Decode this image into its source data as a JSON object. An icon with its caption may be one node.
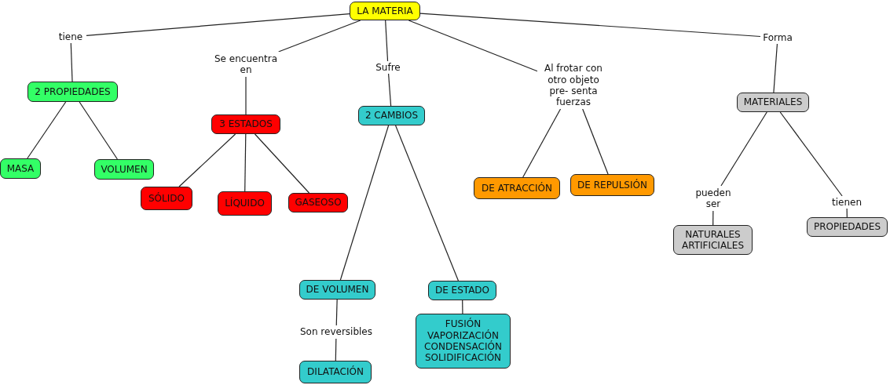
{
  "diagram": {
    "nodes": [
      {
        "text": [
          "LA MATERIA"
        ]
      },
      {
        "text": [
          "tiene"
        ]
      },
      {
        "text": [
          "2 PROPIEDADES"
        ]
      },
      {
        "text": [
          "MASA"
        ]
      },
      {
        "text": [
          "VOLUMEN"
        ]
      },
      {
        "text": [
          "Se encuentra en"
        ]
      },
      {
        "text": [
          "3 ESTADOS"
        ]
      },
      {
        "text": [
          "SÓLIDO"
        ]
      },
      {
        "text": [
          "LÍQUIDO"
        ]
      },
      {
        "text": [
          "GASEOSO"
        ]
      },
      {
        "text": [
          "Sufre"
        ]
      },
      {
        "text": [
          "2 CAMBIOS"
        ]
      },
      {
        "text": [
          "DE VOLUMEN"
        ]
      },
      {
        "text": [
          "Son reversibles"
        ]
      },
      {
        "text": [
          "DILATACIÓN"
        ]
      },
      {
        "text": [
          "DE ESTADO"
        ]
      },
      {
        "text": [
          "FUSIÓN VAPORIZACIÓN CONDENSACIÓN SOLIDIFICACIÓN"
        ]
      },
      {
        "text": [
          "Al frotar con otro objeto pre- senta fuerzas"
        ]
      },
      {
        "text": [
          "DE ATRACCIÓN"
        ]
      },
      {
        "text": [
          "DE REPULSIÓN"
        ]
      },
      {
        "text": [
          "Forma"
        ]
      },
      {
        "text": [
          "MATERIALES"
        ]
      },
      {
        "text": [
          "pueden ser"
        ]
      },
      {
        "text": [
          "NATURALES ARTIFICIALES"
        ]
      },
      {
        "text": [
          "tienen"
        ]
      },
      {
        "text": [
          "PROPIEDADES"
        ]
      }
    ],
    "edges": [
      {
        "from": 0,
        "to": 1,
        "arrow": "none"
      },
      {
        "from": 1,
        "to": 2,
        "arrow": "none"
      },
      {
        "from": 2,
        "to": 3,
        "arrow": "none"
      },
      {
        "from": 2,
        "to": 4,
        "arrow": "none"
      },
      {
        "from": 0,
        "to": 5,
        "arrow": "none"
      },
      {
        "from": 5,
        "to": 6,
        "arrow": "none"
      },
      {
        "from": 6,
        "to": 7,
        "arrow": "none"
      },
      {
        "from": 6,
        "to": 8,
        "arrow": "none"
      },
      {
        "from": 6,
        "to": 9,
        "arrow": "none"
      },
      {
        "from": 0,
        "to": 10,
        "arrow": "none"
      },
      {
        "from": 10,
        "to": 11,
        "arrow": "none"
      },
      {
        "from": 11,
        "to": 12,
        "arrow": "none"
      },
      {
        "from": 12,
        "to": 13,
        "arrow": "none"
      },
      {
        "from": 13,
        "to": 14,
        "arrow": "none"
      },
      {
        "from": 11,
        "to": 15,
        "arrow": "none"
      },
      {
        "from": 15,
        "to": 16,
        "arrow": "none"
      },
      {
        "from": 0,
        "to": 17,
        "arrow": "none"
      },
      {
        "from": 17,
        "to": 18,
        "arrow": "none"
      },
      {
        "from": 17,
        "to": 19,
        "arrow": "none"
      },
      {
        "from": 0,
        "to": 20,
        "arrow": "none"
      },
      {
        "from": 20,
        "to": 21,
        "arrow": "none"
      },
      {
        "from": 21,
        "to": 22,
        "arrow": "none"
      },
      {
        "from": 22,
        "to": 23,
        "arrow": "none"
      },
      {
        "from": 21,
        "to": 24,
        "arrow": "none"
      },
      {
        "from": 24,
        "to": 25,
        "arrow": "none"
      }
    ]
  }
}
